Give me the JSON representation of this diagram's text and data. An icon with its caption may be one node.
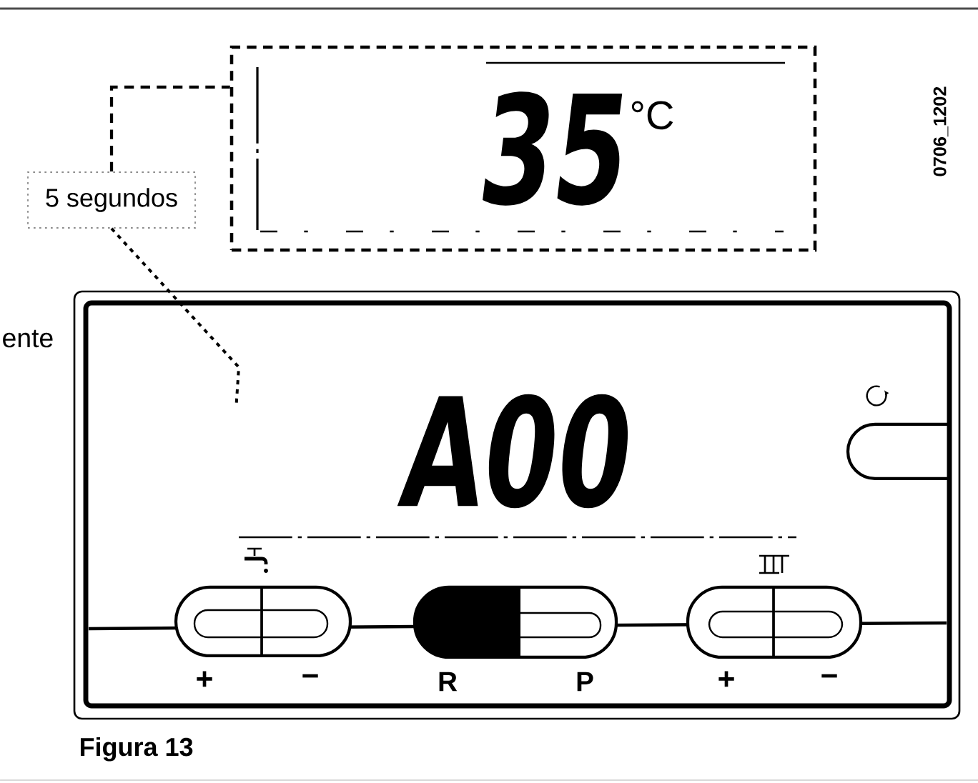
{
  "diagram": {
    "caption": "Figura 13",
    "nodes": [
      {
        "text": [
          "35",
          "°C"
        ]
      },
      {
        "text": [
          "5 segundos"
        ]
      },
      {
        "text": [
          "A00"
        ]
      }
    ],
    "edges": [
      {
        "from": 1,
        "to": 0,
        "arrow": "none",
        "style": "dashed"
      },
      {
        "from": 1,
        "to": 2,
        "arrow": "none",
        "style": "dashed"
      }
    ],
    "labels": [
      "0706_1202",
      "ente",
      "+",
      "−",
      "R",
      "P",
      "+",
      "−"
    ]
  }
}
